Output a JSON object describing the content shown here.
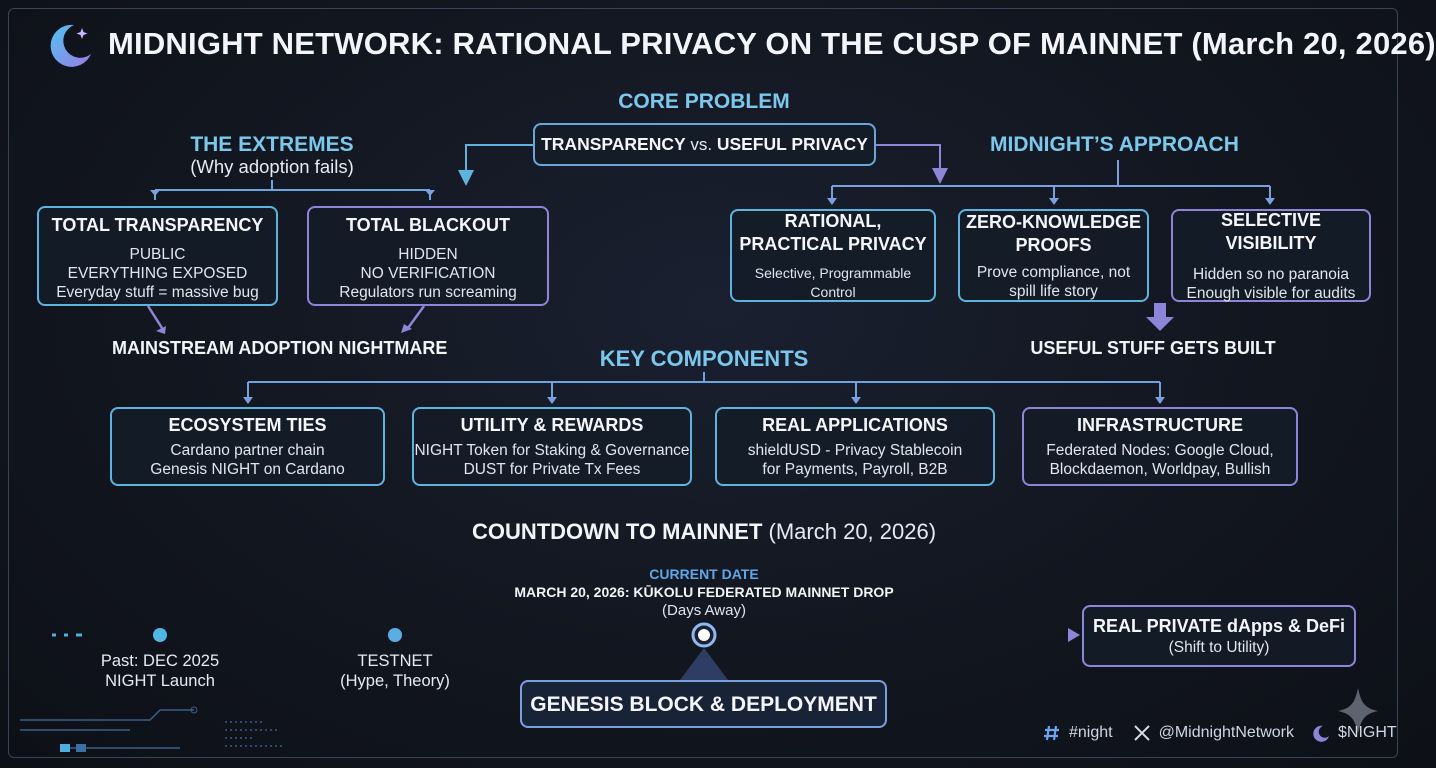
{
  "title": "MIDNIGHT NETWORK: RATIONAL PRIVACY ON THE CUSP OF MAINNET (March 20, 2026)",
  "core_problem": {
    "heading": "CORE PROBLEM",
    "box_part1": "TRANSPARENCY",
    "box_vs": " vs. ",
    "box_part2": "USEFUL PRIVACY"
  },
  "extremes": {
    "heading": "THE EXTREMES",
    "subheading": "(Why adoption fails)",
    "total_transparency": {
      "title": "TOTAL TRANSPARENCY",
      "lines": [
        "PUBLIC",
        "EVERYTHING EXPOSED",
        "Everyday stuff = massive bug"
      ]
    },
    "total_blackout": {
      "title": "TOTAL BLACKOUT",
      "lines": [
        "HIDDEN",
        "NO VERIFICATION",
        "Regulators run screaming"
      ]
    },
    "result": "MAINSTREAM ADOPTION NIGHTMARE"
  },
  "approach": {
    "heading": "MIDNIGHT’S APPROACH",
    "rational": {
      "title_1": "RATIONAL,",
      "title_2": "PRACTICAL PRIVACY",
      "line": "Selective, Programmable Control"
    },
    "zk": {
      "title_1": "ZERO-KNOWLEDGE",
      "title_2": "PROOFS",
      "line_1": "Prove compliance, not",
      "line_2": "spill life story"
    },
    "selective": {
      "title": "SELECTIVE VISIBILITY",
      "line_1": "Hidden so no paranoia",
      "line_2": "Enough visible for audits"
    },
    "result": "USEFUL STUFF GETS BUILT"
  },
  "key_components": {
    "heading": "KEY COMPONENTS",
    "items": [
      {
        "title": "ECOSYSTEM TIES",
        "line_1": "Cardano partner chain",
        "line_2": "Genesis NIGHT on Cardano"
      },
      {
        "title": "UTILITY & REWARDS",
        "line_1": "NIGHT Token for Staking & Governance",
        "line_2": "DUST for Private Tx Fees"
      },
      {
        "title": "REAL APPLICATIONS",
        "line_1": "shieldUSD - Privacy Stablecoin",
        "line_2": "for Payments, Payroll, B2B"
      },
      {
        "title": "INFRASTRUCTURE",
        "line_1": "Federated Nodes: Google Cloud,",
        "line_2": "Blockdaemon, Worldpay, Bullish"
      }
    ]
  },
  "countdown": {
    "heading_bold": "COUNTDOWN TO MAINNET",
    "heading_rest": " (March 20, 2026)",
    "current_date_label": "CURRENT DATE",
    "current_event": "MARCH 20, 2026: KŪKOLU FEDERATED MAINNET DROP",
    "current_sub": "(Days Away)",
    "past_1": "Past: DEC 2025",
    "past_2": "NIGHT Launch",
    "testnet_1": "TESTNET",
    "testnet_2": "(Hype, Theory)",
    "genesis": "GENESIS BLOCK & DEPLOYMENT",
    "future_title": "REAL PRIVATE dApps & DeFi",
    "future_sub": "(Shift to Utility)"
  },
  "footer": {
    "hashtag": "#night",
    "handle": "@MidnightNetwork",
    "ticker": "$NIGHT"
  },
  "colors": {
    "cyan": "#5fb4df",
    "purple": "#8f85d8",
    "background": "#12161f"
  }
}
